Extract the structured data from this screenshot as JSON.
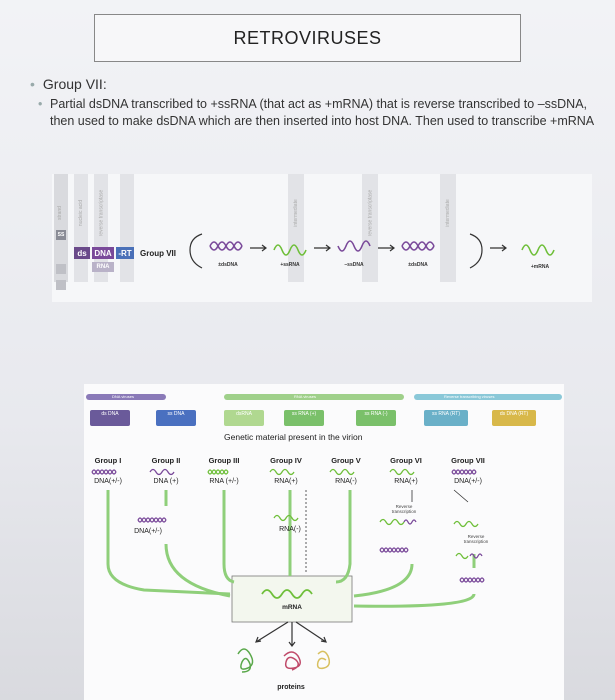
{
  "title": "RETROVIRUSES",
  "heading": "Group VII:",
  "description": "Partial dsDNA transcribed to +ssRNA (that act as +mRNA) that is reverse transcribed to –ssDNA, then used to make dsDNA which are then inserted into host DNA. Then used to transcribe +mRNA",
  "upper_diagram": {
    "col_headers": [
      "strand",
      "nucleic acid",
      "reverse transcriptase",
      "",
      "intermediate",
      "reverse transcriptase",
      "intermediate"
    ],
    "ss_label": "SS",
    "ds_label": "ds",
    "dna_label": "DNA",
    "rt_label": "-RT",
    "rna_label": "RNA",
    "group_label": "Group VII",
    "molecule_labels": [
      "±dsDNA",
      "+ssRNA",
      "–ssDNA",
      "±dsDNA",
      "+mRNA"
    ]
  },
  "lower_diagram": {
    "band_labels": [
      "DNA viruses",
      "RNA viruses",
      "Reverse transcribing viruses"
    ],
    "chip_labels": [
      "ds DNA",
      "ss DNA",
      "dsRNA",
      "ss RNA (+)",
      "ss RNA (-)",
      "ss RNA (RT)",
      "ds DNA (RT)"
    ],
    "caption": "Genetic material present in the virion",
    "groups": [
      {
        "name": "Group I",
        "type": "DNA(+/-)"
      },
      {
        "name": "Group II",
        "type": "DNA (+)"
      },
      {
        "name": "Group III",
        "type": "RNA (+/-)"
      },
      {
        "name": "Group IV",
        "type": "RNA(+)"
      },
      {
        "name": "Group V",
        "type": "RNA(-)"
      },
      {
        "name": "Group VI",
        "type": "RNA(+)"
      },
      {
        "name": "Group VII",
        "type": "DNA(+/-)"
      }
    ],
    "intermediate_dna": "DNA(+/-)",
    "intermediate_rna": "RNA(-)",
    "reverse_transcription_1": "Reverse transcription",
    "reverse_transcription_2": "Reverse transcription",
    "mrna_label": "mRNA",
    "proteins_label": "proteins"
  },
  "colors": {
    "ds_dna": "#6a4a8a",
    "ss_dna": "#4a6ab0",
    "ds_rna": "#7cbf5a",
    "ss_rna_pos": "#5aa86a",
    "ss_rna_neg": "#5aa86a",
    "rt": "#4aa0c0",
    "arrow_green": "#7fc36a",
    "wave_green": "#6fbf3a",
    "wave_purple": "#7a4a9a"
  }
}
